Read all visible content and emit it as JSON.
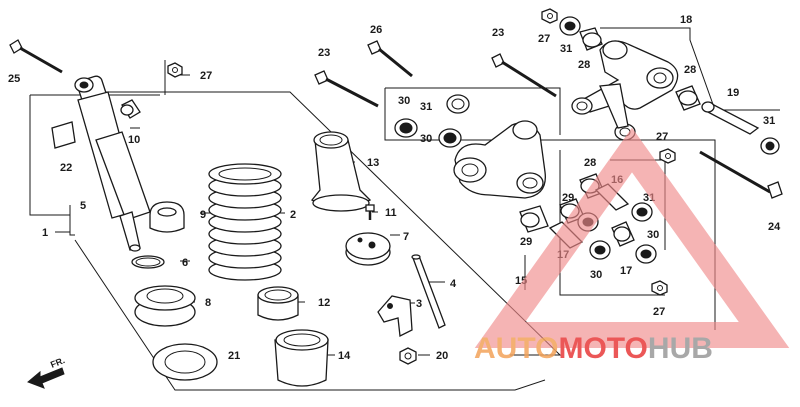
{
  "diagram": {
    "callouts": [
      {
        "text": "25"
      },
      {
        "text": "27"
      },
      {
        "text": "10"
      },
      {
        "text": "22"
      },
      {
        "text": "5"
      },
      {
        "text": "1"
      },
      {
        "text": "9"
      },
      {
        "text": "6"
      },
      {
        "text": "8"
      },
      {
        "text": "21"
      },
      {
        "text": "2"
      },
      {
        "text": "12"
      },
      {
        "text": "14"
      },
      {
        "text": "13"
      },
      {
        "text": "11"
      },
      {
        "text": "7"
      },
      {
        "text": "4"
      },
      {
        "text": "3"
      },
      {
        "text": "20"
      },
      {
        "text": "23"
      },
      {
        "text": "26"
      },
      {
        "text": "30"
      },
      {
        "text": "31"
      },
      {
        "text": "30"
      },
      {
        "text": "23"
      },
      {
        "text": "27"
      },
      {
        "text": "31"
      },
      {
        "text": "28"
      },
      {
        "text": "18"
      },
      {
        "text": "28"
      },
      {
        "text": "19"
      },
      {
        "text": "31"
      },
      {
        "text": "27"
      },
      {
        "text": "24"
      },
      {
        "text": "28"
      },
      {
        "text": "16"
      },
      {
        "text": "29"
      },
      {
        "text": "31"
      },
      {
        "text": "29"
      },
      {
        "text": "17"
      },
      {
        "text": "30"
      },
      {
        "text": "30"
      },
      {
        "text": "17"
      },
      {
        "text": "15"
      },
      {
        "text": "27"
      }
    ],
    "front_arrow": "FR."
  },
  "watermark": {
    "part1": "AUTO",
    "part2": "MOTO",
    "part3": "HUB",
    "color_orange": "#f3a35a",
    "color_red": "#e83a3a",
    "color_gray": "#9a9a9a",
    "triangle_color": "#f08a8a"
  }
}
